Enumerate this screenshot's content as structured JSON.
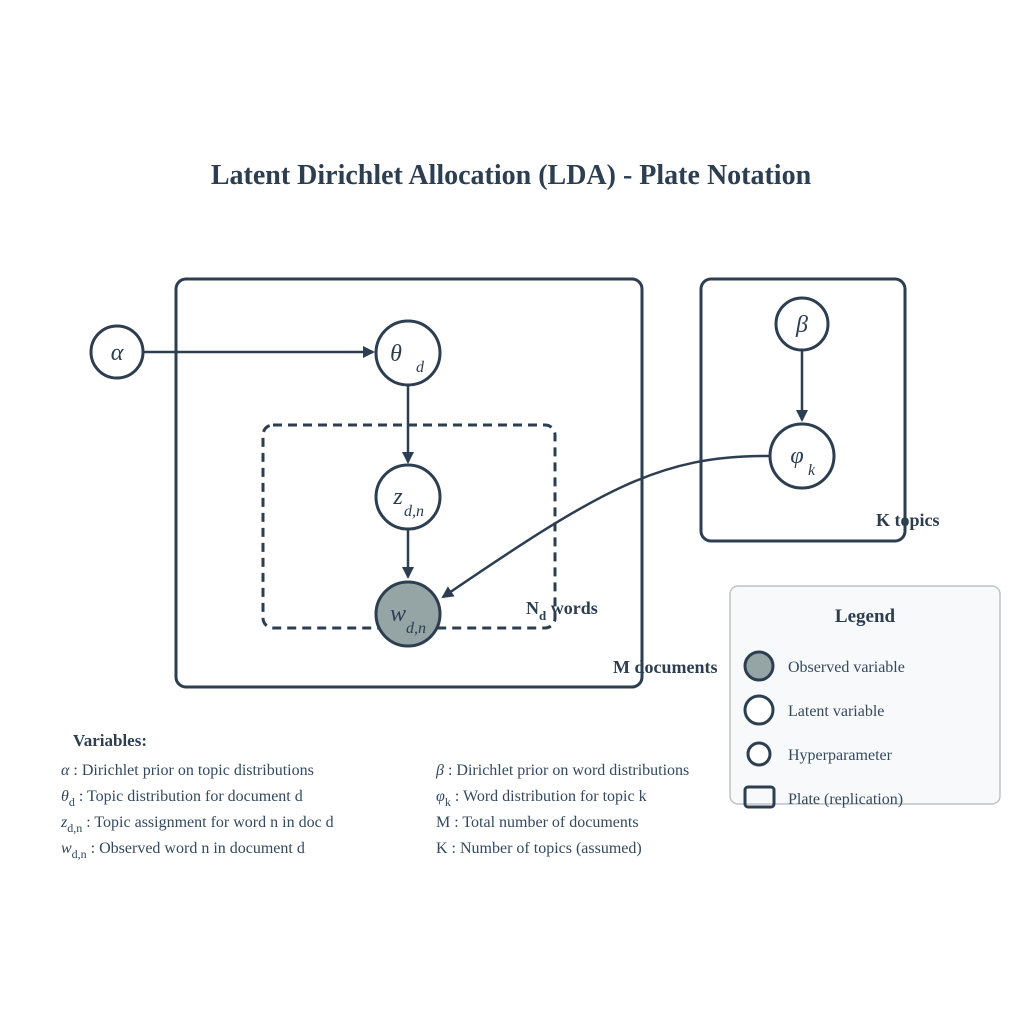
{
  "title": "Latent Dirichlet Allocation (LDA) - Plate Notation",
  "colors": {
    "ink": "#2c3e50",
    "observed_fill": "#95a5a6",
    "latent_fill": "#ffffff",
    "legend_bg": "#f8f9fa",
    "legend_border": "#bdc3c7"
  },
  "plates": {
    "documents": {
      "label": "M documents"
    },
    "words": {
      "label_main": "N",
      "label_sub": "d",
      "label_rest": " words"
    },
    "topics": {
      "label": "K topics"
    }
  },
  "nodes": {
    "alpha": {
      "symbol": "α",
      "sub": "",
      "type": "hyperparameter"
    },
    "theta": {
      "symbol": "θ",
      "sub": "d",
      "type": "latent"
    },
    "z": {
      "symbol": "z",
      "sub": "d,n",
      "type": "latent"
    },
    "w": {
      "symbol": "w",
      "sub": "d,n",
      "type": "observed"
    },
    "beta": {
      "symbol": "β",
      "sub": "",
      "type": "hyperparameter"
    },
    "phi": {
      "symbol": "φ",
      "sub": "k",
      "type": "latent"
    }
  },
  "edges": [
    {
      "from": "alpha",
      "to": "theta"
    },
    {
      "from": "theta",
      "to": "z"
    },
    {
      "from": "z",
      "to": "w"
    },
    {
      "from": "beta",
      "to": "phi"
    },
    {
      "from": "phi",
      "to": "w"
    }
  ],
  "legend": {
    "title": "Legend",
    "items": [
      {
        "label": "Observed variable",
        "kind": "observed"
      },
      {
        "label": "Latent variable",
        "kind": "latent"
      },
      {
        "label": "Hyperparameter",
        "kind": "hyperparameter"
      },
      {
        "label": "Plate (replication)",
        "kind": "plate"
      }
    ]
  },
  "variables": {
    "heading": "Variables:",
    "left": [
      {
        "sym": "α",
        "sub": "",
        "desc": " : Dirichlet prior on topic distributions"
      },
      {
        "sym": "θ",
        "sub": "d",
        "desc": " : Topic distribution for document d"
      },
      {
        "sym": "z",
        "sub": "d,n",
        "desc": " : Topic assignment for word n in doc d"
      },
      {
        "sym": "w",
        "sub": "d,n",
        "desc": " : Observed word n in document d"
      }
    ],
    "right": [
      {
        "sym": "β",
        "sub": "",
        "desc": " : Dirichlet prior on word distributions"
      },
      {
        "sym": "φ",
        "sub": "k",
        "desc": " : Word distribution for topic k"
      },
      {
        "sym": "",
        "sub": "",
        "desc": "M : Total number of documents"
      },
      {
        "sym": "",
        "sub": "",
        "desc": "K : Number of topics (assumed)"
      }
    ]
  }
}
